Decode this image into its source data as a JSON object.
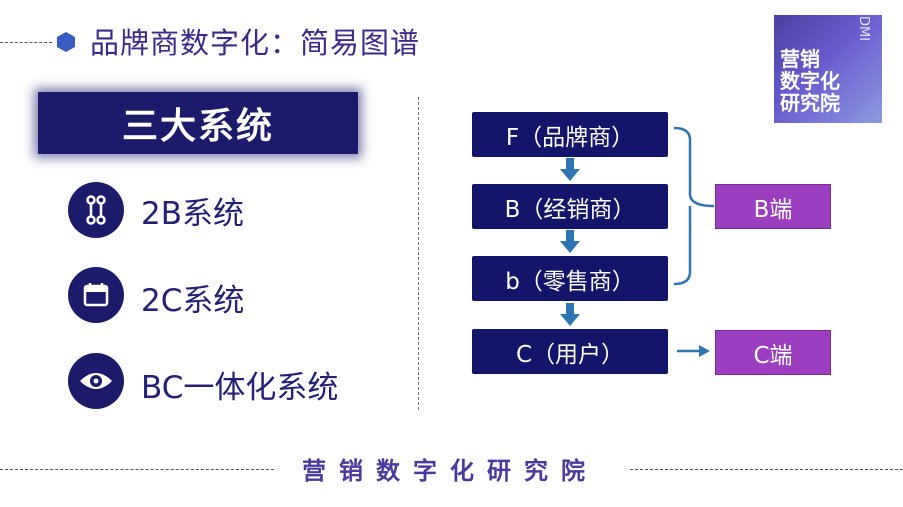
{
  "header": {
    "title": "品牌商数字化：简易图谱"
  },
  "logo": {
    "lines": [
      "营销",
      "数字化",
      "研究院"
    ],
    "tag": "DMI"
  },
  "left": {
    "banner": "三大系统",
    "systems": [
      {
        "icon": "link-icon",
        "label": "2B系统"
      },
      {
        "icon": "calendar-icon",
        "label": "2C系统"
      },
      {
        "icon": "eye-icon",
        "label": "BC一体化系统"
      }
    ]
  },
  "flow": {
    "nodes": [
      "F（品牌商）",
      "B（经销商）",
      "b（零售商）",
      "C（用户）"
    ],
    "b_end": "B端",
    "c_end": "C端"
  },
  "footer": {
    "text": "营销数字化研究院"
  },
  "colors": {
    "navy": "#13156a",
    "purple": "#9b3fc0",
    "accent_blue": "#2e75b6"
  }
}
